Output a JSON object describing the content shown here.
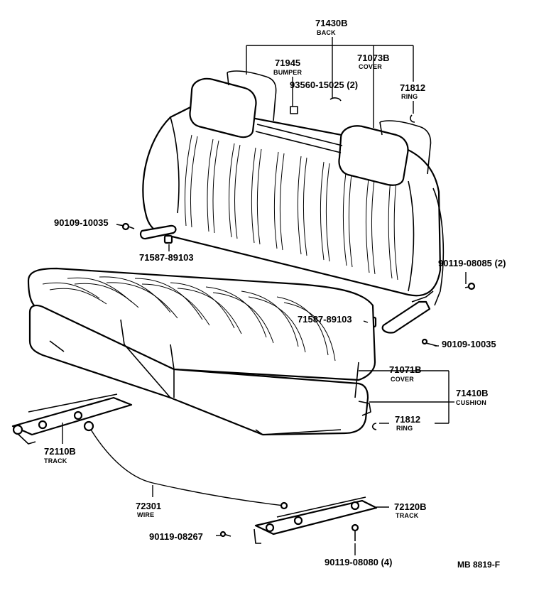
{
  "parts": {
    "p71430B": {
      "number": "71430B",
      "name": "BACK"
    },
    "p71945": {
      "number": "71945",
      "name": "BUMPER"
    },
    "p71073B": {
      "number": "71073B",
      "name": "COVER"
    },
    "p93560": {
      "number": "93560-15025 (2)"
    },
    "p71812_top": {
      "number": "71812",
      "name": "RING"
    },
    "p90109_left": {
      "number": "90109-10035"
    },
    "p71587_left": {
      "number": "71587-89103"
    },
    "p90119_08085": {
      "number": "90119-08085 (2)"
    },
    "p71587_right": {
      "number": "71587-89103"
    },
    "p90109_right": {
      "number": "90109-10035"
    },
    "p71071B": {
      "number": "71071B",
      "name": "COVER"
    },
    "p71410B": {
      "number": "71410B",
      "name": "CUSHION"
    },
    "p71812_bottom": {
      "number": "71812",
      "name": "RING"
    },
    "p72110B": {
      "number": "72110B",
      "name": "TRACK"
    },
    "p72301": {
      "number": "72301",
      "name": "WIRE"
    },
    "p72120B": {
      "number": "72120B",
      "name": "TRACK"
    },
    "p90119_08267": {
      "number": "90119-08267"
    },
    "p90119_08080": {
      "number": "90119-08080 (4)"
    }
  },
  "drawing_code": "MB 8819-F"
}
